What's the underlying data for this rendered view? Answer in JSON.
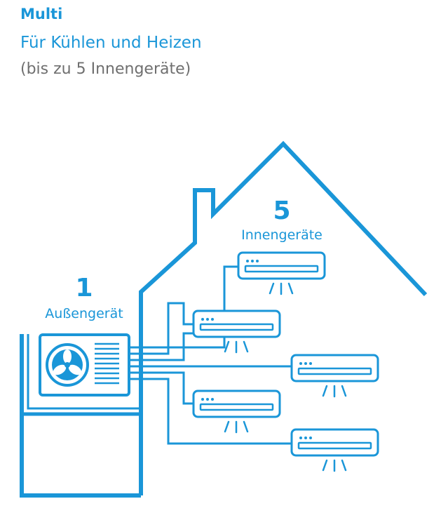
{
  "header": {
    "title": "Multi",
    "subtitle": "Für Kühlen und Heizen",
    "caption": "(bis zu 5 Innengeräte)"
  },
  "outdoor": {
    "count": "1",
    "label": "Außengerät"
  },
  "indoor": {
    "count": "5",
    "label": "Innengeräte"
  },
  "colors": {
    "accent": "#1a96d8",
    "caption": "#6f6f6f",
    "background": "#ffffff"
  },
  "icons": {
    "outdoor_unit": "outdoor-unit-fan-icon",
    "indoor_unit": "wall-mounted-ac-icon",
    "house": "house-outline-icon"
  }
}
